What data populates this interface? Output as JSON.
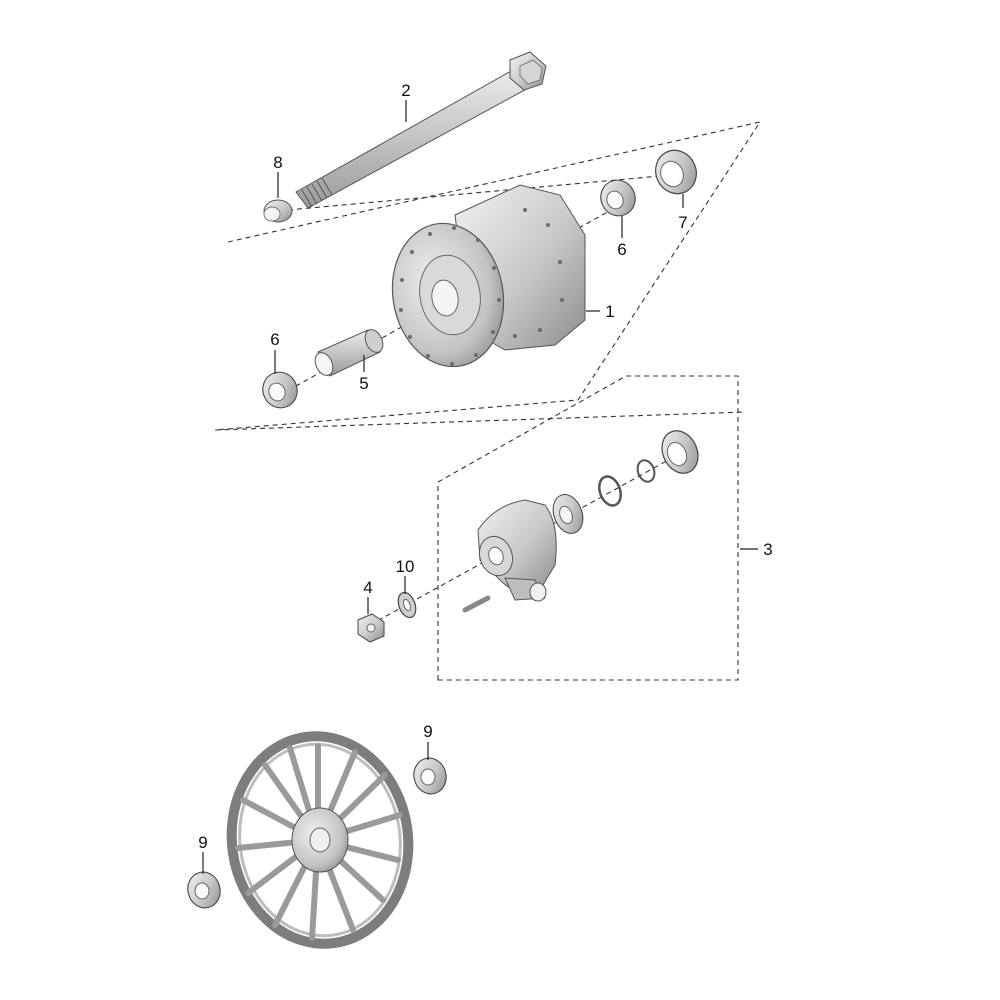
{
  "callouts": {
    "c1": "1",
    "c2": "2",
    "c3": "3",
    "c4": "4",
    "c5": "5",
    "c6a": "6",
    "c6b": "6",
    "c7": "7",
    "c8": "8",
    "c9a": "9",
    "c9b": "9",
    "c10": "10"
  },
  "colors": {
    "background": "#ffffff",
    "part_light": "#e6e6e6",
    "part_mid": "#bdbdbd",
    "part_dark": "#7a7a7a",
    "line": "#222222"
  }
}
